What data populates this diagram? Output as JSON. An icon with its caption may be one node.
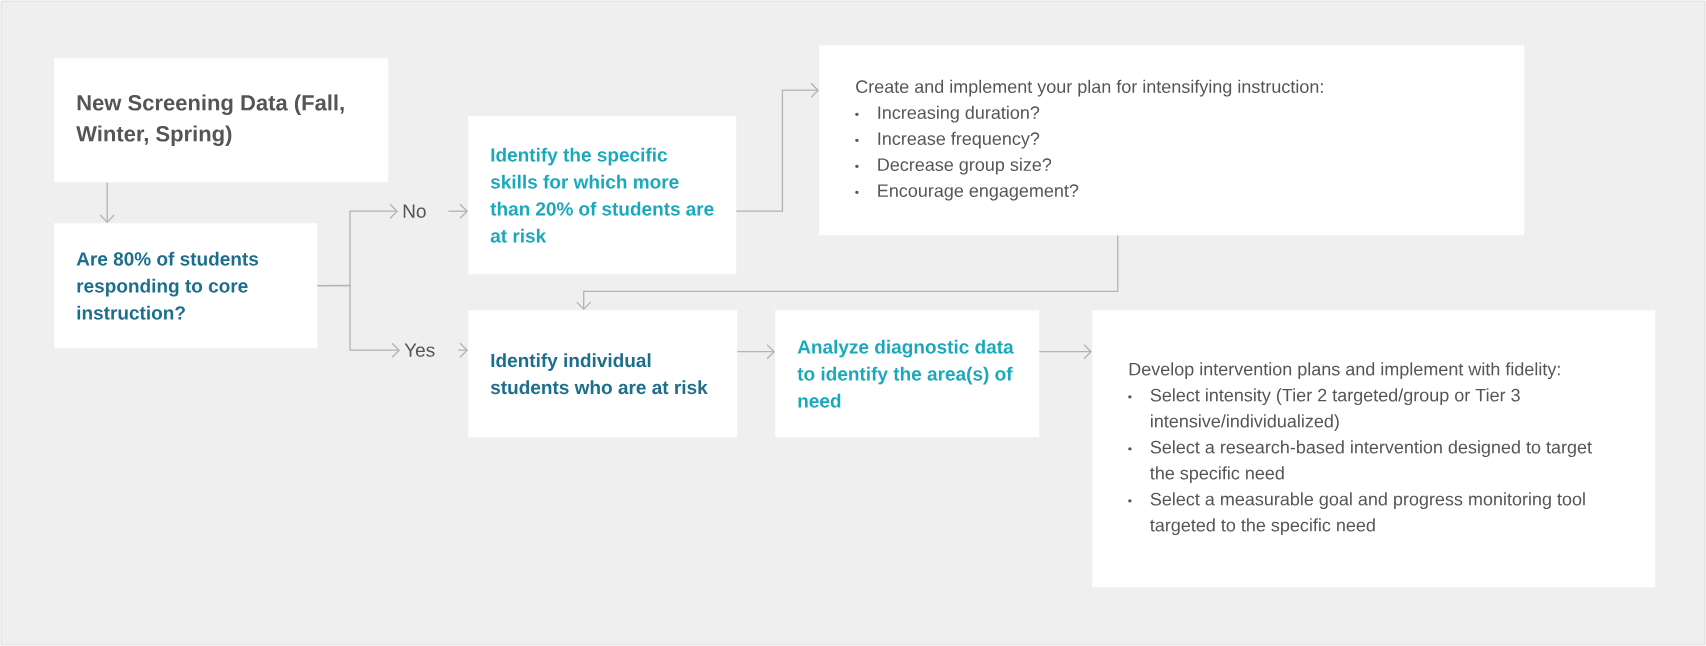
{
  "diagram": {
    "nodes": [
      {
        "text": [
          "New Screening Data (Fall, Winter, Spring)"
        ]
      },
      {
        "text": [
          "Are 80% of students responding to core instruction?"
        ]
      },
      {
        "text": [
          "No"
        ]
      },
      {
        "text": [
          "Identify the specific skills for which more than 20% of students are at risk"
        ]
      },
      {
        "text": [
          "Yes"
        ]
      },
      {
        "text": [
          "Create and implement your plan for intensifying instruction:",
          "Increasing duration?",
          "Increase frequency?",
          "Decrease group size?",
          "Encourage engagement?"
        ]
      },
      {
        "text": [
          "Identify individual students who are at risk"
        ]
      },
      {
        "text": [
          "Analyze diagnostic data to identify the area(s) of need"
        ]
      },
      {
        "text": [
          "Develop intervention plans and implement with fidelity:",
          "Select intensity (Tier 2 targeted/group or Tier 3 intensive/individualized)",
          "Select a research-based intervention designed to target the specific need",
          "Select a measurable goal and progress monitoring tool targeted to the specific need"
        ]
      }
    ],
    "edges": [
      {
        "from": 0,
        "to": 1,
        "arrow": "to"
      },
      {
        "from": 1,
        "to": 2,
        "arrow": "to"
      },
      {
        "from": 1,
        "to": 4,
        "arrow": "to"
      },
      {
        "from": 2,
        "to": 3,
        "arrow": "to"
      },
      {
        "from": 3,
        "to": 5,
        "arrow": "to"
      },
      {
        "from": 5,
        "to": 6,
        "arrow": "to"
      },
      {
        "from": 4,
        "to": 6,
        "arrow": "to"
      },
      {
        "from": 6,
        "to": 7,
        "arrow": "to"
      },
      {
        "from": 7,
        "to": 8,
        "arrow": "to"
      }
    ]
  }
}
